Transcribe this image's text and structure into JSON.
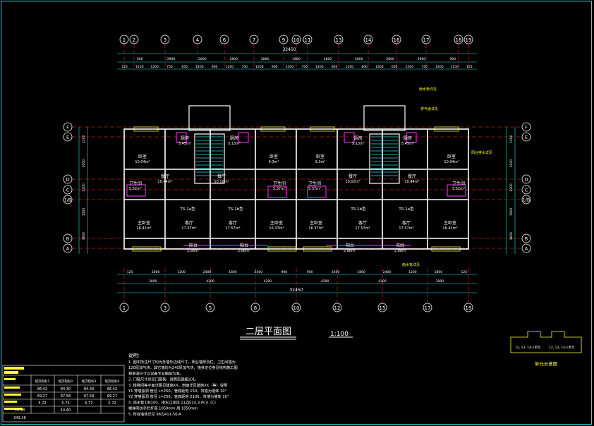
{
  "drawing": {
    "title": "二层平面图",
    "scale": "1:100",
    "total_width_dim": "32450"
  },
  "axes": {
    "top": [
      "1",
      "2",
      "3",
      "4",
      "6",
      "7",
      "9",
      "10",
      "11",
      "13",
      "14",
      "16",
      "17",
      "18",
      "19"
    ],
    "bottom": [
      "1",
      "3",
      "5",
      "8",
      "10",
      "12",
      "15",
      "17",
      "19"
    ],
    "left": [
      "F",
      "E",
      "D",
      "C",
      "1/B",
      "B",
      "A"
    ],
    "right": [
      "F",
      "E",
      "D",
      "C",
      "1/B",
      "B",
      "A"
    ]
  },
  "dims": {
    "top_row1": [
      "900",
      "2900",
      "2800",
      "2800",
      "2800",
      "1600",
      "2800",
      "2800",
      "2800",
      "2900",
      "900"
    ],
    "top_row2_sample": [
      "125",
      "1150",
      "1200",
      "750",
      "650",
      "1200",
      "800",
      "1200",
      "750",
      "1200",
      "900",
      "1200",
      "750",
      "1200",
      "850",
      "1200",
      "800",
      "1200",
      "650",
      "1200",
      "750",
      "1200",
      "1150",
      "125"
    ],
    "bottom_row1": [
      "125",
      "1800",
      "1200",
      "2400",
      "1800",
      "2400",
      "900",
      "900",
      "2400",
      "1800",
      "2400",
      "1200",
      "1800",
      "125"
    ],
    "bottom_row2": [
      "3000",
      "4200",
      "4200",
      "4200",
      "4300",
      "3000"
    ],
    "bottom_total": "32450",
    "left": [
      "1200",
      "3000",
      "1200",
      "1500",
      "3600"
    ],
    "right": [
      "1200",
      "3000",
      "1200",
      "1500",
      "3600"
    ]
  },
  "rooms": [
    {
      "name": "卧室",
      "area": "10.04m²"
    },
    {
      "name": "厨房",
      "area": "5.45m²"
    },
    {
      "name": "厨房",
      "area": "5.13m²"
    },
    {
      "name": "卧室",
      "area": "9.3m²"
    },
    {
      "name": "卧室",
      "area": "9.3m²"
    },
    {
      "name": "厨房",
      "area": "5.13m²"
    },
    {
      "name": "厨房",
      "area": "5.45m²"
    },
    {
      "name": "卧室",
      "area": "10.04m²"
    },
    {
      "name": "餐厅",
      "area": "10.44m²"
    },
    {
      "name": "餐厅",
      "area": "10.10m²"
    },
    {
      "name": "餐厅",
      "area": "10.10m²"
    },
    {
      "name": "餐厅",
      "area": "10.44m²"
    },
    {
      "name": "卫生间",
      "area": "5.52m²"
    },
    {
      "name": "卫生间",
      "area": "5.37m²"
    },
    {
      "name": "卫生间",
      "area": "5.37m²"
    },
    {
      "name": "卫生间",
      "area": "5.52m²"
    },
    {
      "name": "主卧室",
      "area": "16.41m²"
    },
    {
      "name": "客厅",
      "area": "17.57m²"
    },
    {
      "name": "客厅",
      "area": "17.57m²"
    },
    {
      "name": "主卧室",
      "area": "16.37m²"
    },
    {
      "name": "主卧室",
      "area": "16.37m²"
    },
    {
      "name": "客厅",
      "area": "17.57m²"
    },
    {
      "name": "客厅",
      "area": "17.57m²"
    },
    {
      "name": "主卧室",
      "area": "16.41m²"
    },
    {
      "name": "阳台",
      "area": "2.88m²"
    },
    {
      "name": "阳台",
      "area": "2.88m²"
    },
    {
      "name": "阳台",
      "area": "2.88m²"
    },
    {
      "name": "阳台",
      "area": "2.88m²"
    }
  ],
  "unit_types": [
    "TS-1a型",
    "TS-1b型",
    "TS-1b型",
    "TS-1a型"
  ],
  "notes": {
    "heading": "说明：",
    "lines": [
      "1. 图中所注尺寸均为外墙外边线尺寸，阳台墙厚及栏，卫生间墙为",
      "   120厚加气块，其它墙均为240厚加气块，墙身定位参见结构施工图",
      "   预留洞尺寸以设备专业图纸为准。",
      "2. 门窗尺寸详见门窗表，说明见建施101。",
      "3. 楼梯间等平面详图见建施XX，剖面详见建施XX（等）说明",
      "   Y1 穿墙留洞 管径 L=250，管底距地 150，背墙为墙体 10°",
      "   Y2 穿墙留洞 管径 L=250，管底距地 2100，背墙为墙体 10°",
      "4. 雨水管 DN100，排水口详见 11ZJ514-3-PC4（C）",
      "   楼梯间扶手栏杆高 1050mm 用 1050mm",
      "5. 所有墙体详见 98ZJ411-50-A"
    ]
  },
  "table": {
    "headers": [
      "",
      "经济指标1",
      "经济指标2",
      "经济指标3",
      "经济指标4"
    ],
    "rows": [
      [
        "",
        "86.42",
        "84.30",
        "84.39",
        "86.42"
      ],
      [
        "",
        "69.27",
        "67.58",
        "67.58",
        "69.27"
      ],
      [
        "",
        "5.72",
        "5.72",
        "5.72",
        "5.72"
      ]
    ],
    "sub": [
      "14.48",
      "14.40"
    ],
    "total": "343.36"
  },
  "keyplan": {
    "caption": "单元示意图",
    "labels": [
      "12, 13, 14-1单元",
      "12, 13, 14-1单元"
    ]
  },
  "callouts": [
    "雨水管详见",
    "阳台排水详见",
    "排气道详见",
    "雨水管详见"
  ]
}
